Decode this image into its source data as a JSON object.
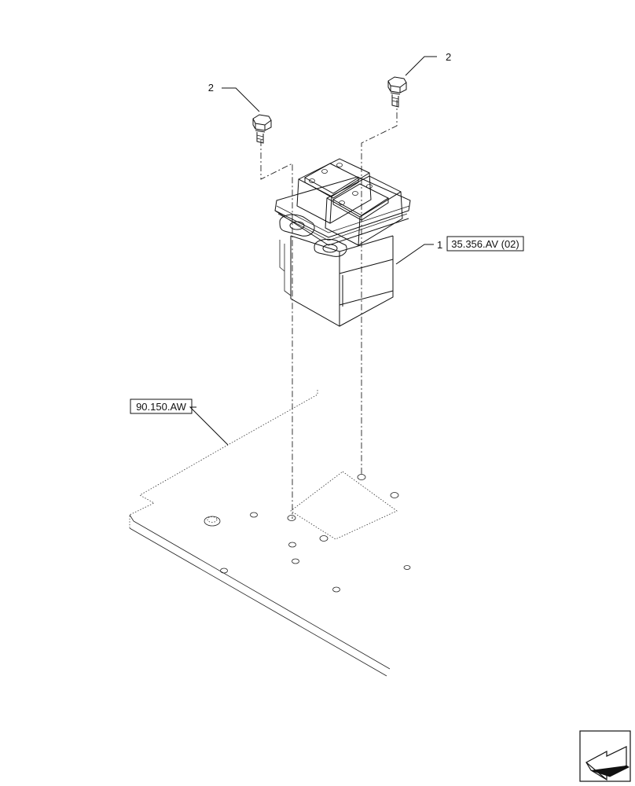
{
  "callouts": {
    "bolt_left": "2",
    "bolt_right": "2",
    "component": "1"
  },
  "references": {
    "component_ref": "35.356.AV (02)",
    "panel_ref": "90.150.AW"
  },
  "icons": {
    "view_direction": "arrow-direction-icon"
  }
}
